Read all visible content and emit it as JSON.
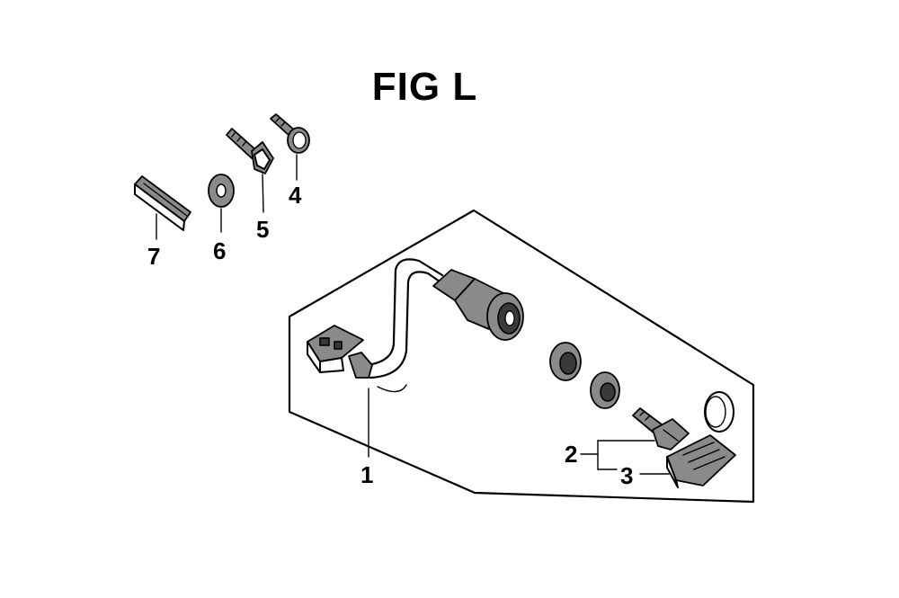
{
  "figure": {
    "title": "FIG L"
  },
  "callouts": {
    "c1": "1",
    "c2": "2",
    "c3": "3",
    "c4": "4",
    "c5": "5",
    "c6": "6",
    "c7": "7"
  }
}
